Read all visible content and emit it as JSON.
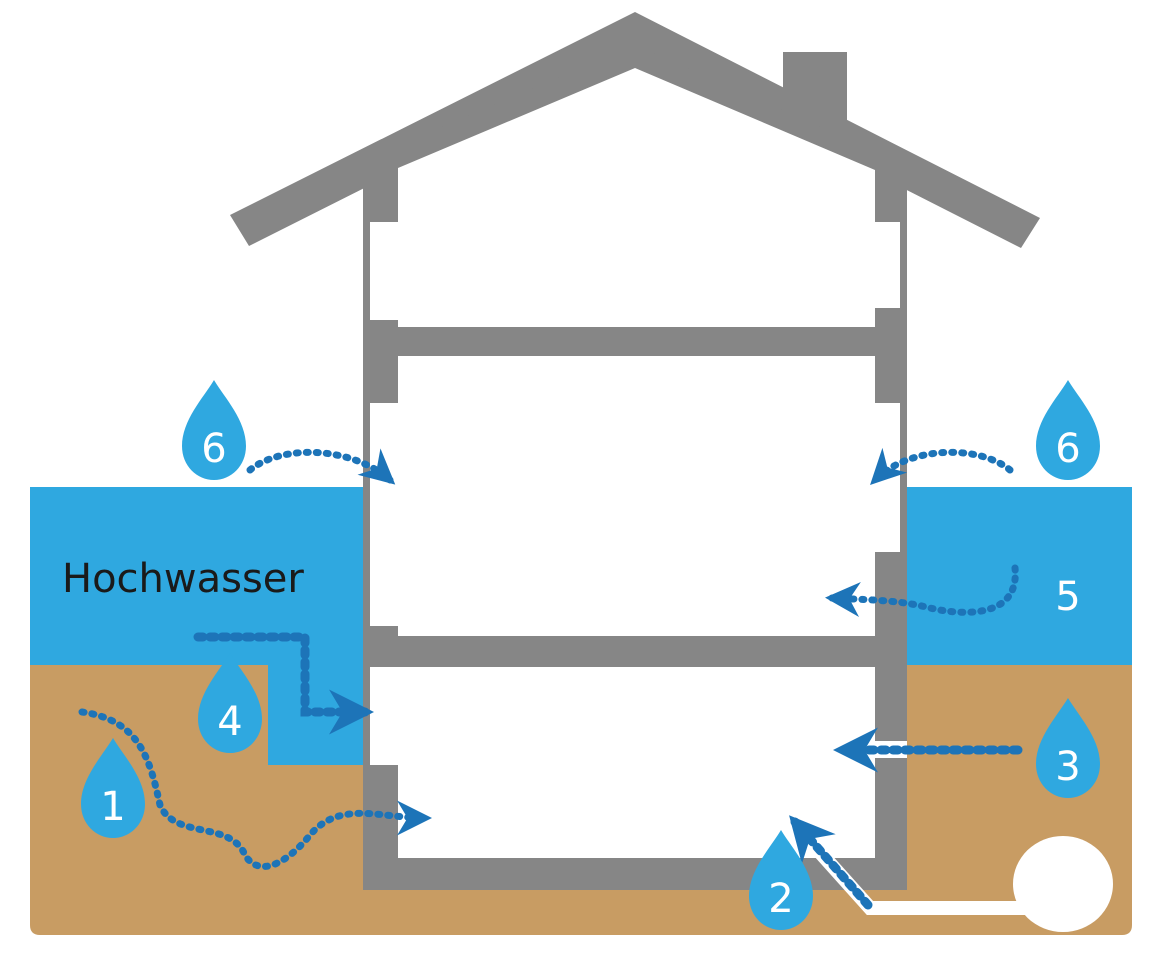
{
  "colors": {
    "water": "#2FA8E0",
    "soil": "#C89C63",
    "wall": "#868686",
    "arrow": "#1D74B8",
    "drop": "#2FA8E0",
    "background": "#FFFFFF"
  },
  "labels": {
    "flood": "Hochwasser",
    "marker_1": "1",
    "marker_2": "2",
    "marker_3": "3",
    "marker_4": "4",
    "marker_5": "5",
    "marker_6_left": "6",
    "marker_6_right": "6"
  },
  "icons": [
    "water-drop-icon",
    "arrow-head-icon",
    "pipe-connection-icon"
  ]
}
